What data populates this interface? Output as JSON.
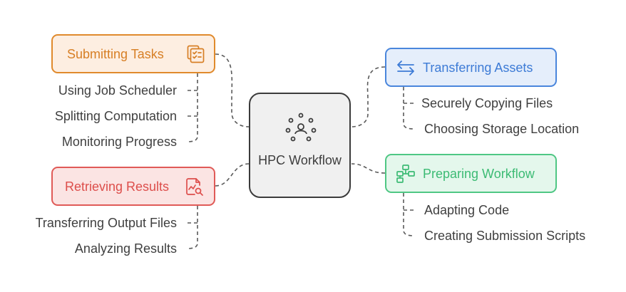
{
  "center": {
    "title": "HPC Workflow",
    "icon": "people-network-icon"
  },
  "branches": {
    "submitting": {
      "label": "Submitting Tasks",
      "icon": "task-list-icon",
      "color": "#e08a2c",
      "items": [
        "Using Job Scheduler",
        "Splitting Computation",
        "Monitoring Progress"
      ]
    },
    "retrieving": {
      "label": "Retrieving Results",
      "icon": "chart-search-icon",
      "color": "#e05a57",
      "items": [
        "Transferring Output Files",
        "Analyzing Results"
      ]
    },
    "transferring": {
      "label": "Transferring Assets",
      "icon": "arrows-left-right-icon",
      "color": "#4a86dc",
      "items": [
        "Securely Copying Files",
        "Choosing Storage Location"
      ]
    },
    "preparing": {
      "label": "Preparing Workflow",
      "icon": "flowchart-icon",
      "color": "#4fc784",
      "items": [
        "Adapting Code",
        "Creating Submission Scripts"
      ]
    }
  }
}
